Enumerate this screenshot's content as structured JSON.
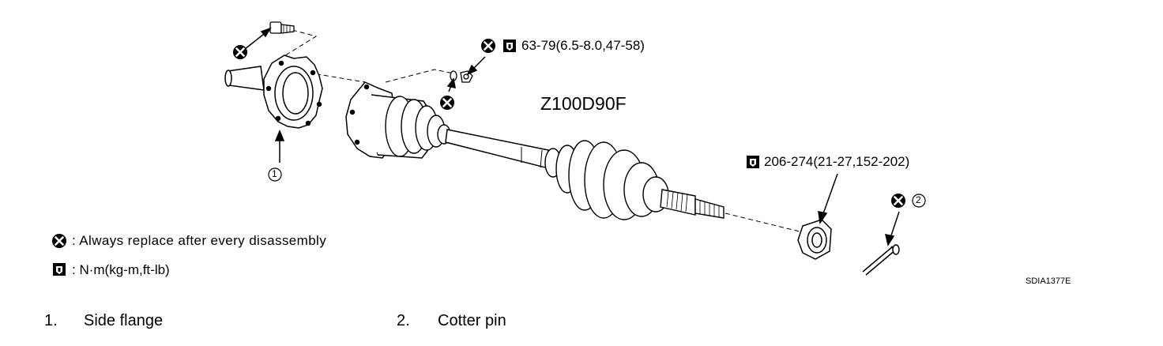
{
  "diagram": {
    "code": "Z100D90F",
    "ref_id": "SDIA1377E",
    "torque_outer": "63-79(6.5-8.0,47-58)",
    "torque_nut": "206-274(21-27,152-202)",
    "callout_1": "1",
    "callout_2": "2"
  },
  "legend": {
    "replace_text": ": Always replace after every disassembly",
    "torque_text": ": N·m(kg-m,ft-lb)"
  },
  "parts": [
    {
      "num": "1.",
      "name": "Side flange"
    },
    {
      "num": "2.",
      "name": "Cotter pin"
    }
  ],
  "icons": {
    "replace": "always-replace-icon",
    "torque": "torque-wrench-icon"
  }
}
